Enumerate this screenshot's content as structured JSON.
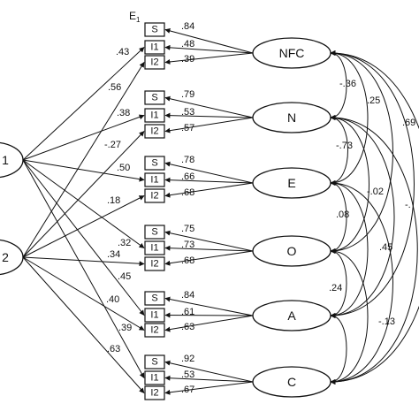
{
  "latent_left": [
    {
      "id": "F1",
      "label": "1"
    },
    {
      "id": "F2",
      "label": "2"
    }
  ],
  "error_label": {
    "main": "E",
    "sub": "1"
  },
  "groups": [
    {
      "factor": "NFC",
      "items": [
        {
          "label": "S",
          "loading": ".84"
        },
        {
          "label": "I1",
          "loading": ".48"
        },
        {
          "label": "I2",
          "loading": ".39"
        }
      ],
      "left_labels": [
        ".43"
      ]
    },
    {
      "factor": "N",
      "items": [
        {
          "label": "S",
          "loading": ".79"
        },
        {
          "label": "I1",
          "loading": ".53"
        },
        {
          "label": "I2",
          "loading": ".57"
        }
      ],
      "left_labels": [
        ".56",
        ".38"
      ]
    },
    {
      "factor": "E",
      "items": [
        {
          "label": "S",
          "loading": ".78"
        },
        {
          "label": "I1",
          "loading": ".66"
        },
        {
          "label": "I2",
          "loading": ".68"
        }
      ],
      "left_labels": [
        "-.27",
        ".50"
      ]
    },
    {
      "factor": "O",
      "items": [
        {
          "label": "S",
          "loading": ".75"
        },
        {
          "label": "I1",
          "loading": ".73"
        },
        {
          "label": "I2",
          "loading": ".68"
        }
      ],
      "left_labels": [
        ".18",
        ".32"
      ]
    },
    {
      "factor": "A",
      "items": [
        {
          "label": "S",
          "loading": ".84"
        },
        {
          "label": "I1",
          "loading": ".61"
        },
        {
          "label": "I2",
          "loading": ".63"
        }
      ],
      "left_labels": [
        ".34",
        ".45",
        ".40"
      ]
    },
    {
      "factor": "C",
      "items": [
        {
          "label": "S",
          "loading": ".92"
        },
        {
          "label": "I1",
          "loading": ".53"
        },
        {
          "label": "I2",
          "loading": ".67"
        }
      ],
      "left_labels": [
        ".39",
        ".63"
      ]
    }
  ],
  "correlations": [
    ".69",
    "-.36",
    ".25",
    "-.73",
    "-.02",
    "-.",
    ".08",
    ".45",
    ".24",
    "-.13"
  ]
}
